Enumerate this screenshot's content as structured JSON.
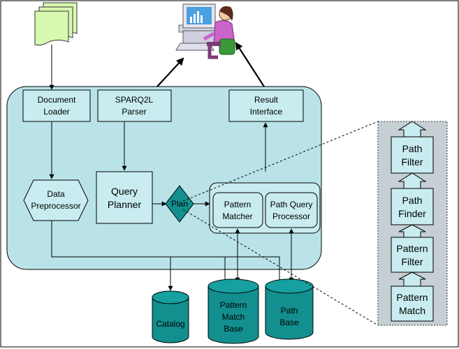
{
  "nodes": {
    "document_loader": [
      "Document",
      "Loader"
    ],
    "sparql_parser": [
      "SPARQ2L",
      "Parser"
    ],
    "result_interface": [
      "Result",
      "Interface"
    ],
    "data_preprocessor": [
      "Data",
      "Preprocessor"
    ],
    "query_planner": [
      "Query",
      "Planner"
    ],
    "plan": "Plan",
    "pattern_matcher": [
      "Pattern",
      "Matcher"
    ],
    "path_query_processor": [
      "Path Query",
      "Processor"
    ],
    "catalog": "Catalog",
    "pattern_match_base": [
      "Pattern",
      "Match",
      "Base"
    ],
    "path_base": [
      "Path",
      "Base"
    ],
    "stack": [
      [
        "Path",
        "Filter"
      ],
      [
        "Path",
        "Finder"
      ],
      [
        "Pattern",
        "Filter"
      ],
      [
        "Pattern",
        "Match"
      ]
    ]
  },
  "colors": {
    "system_fill": "#b9e3e8",
    "box_fill": "#c8ecef",
    "db_fill": "#138f8f",
    "db_top": "#16a0a0",
    "plan_fill": "#138f8f",
    "stack_bg": "#c6cfd4",
    "document_fill": "#d8f9b0",
    "icons": [
      "document-stack-icon",
      "user-at-computer-icon"
    ]
  }
}
